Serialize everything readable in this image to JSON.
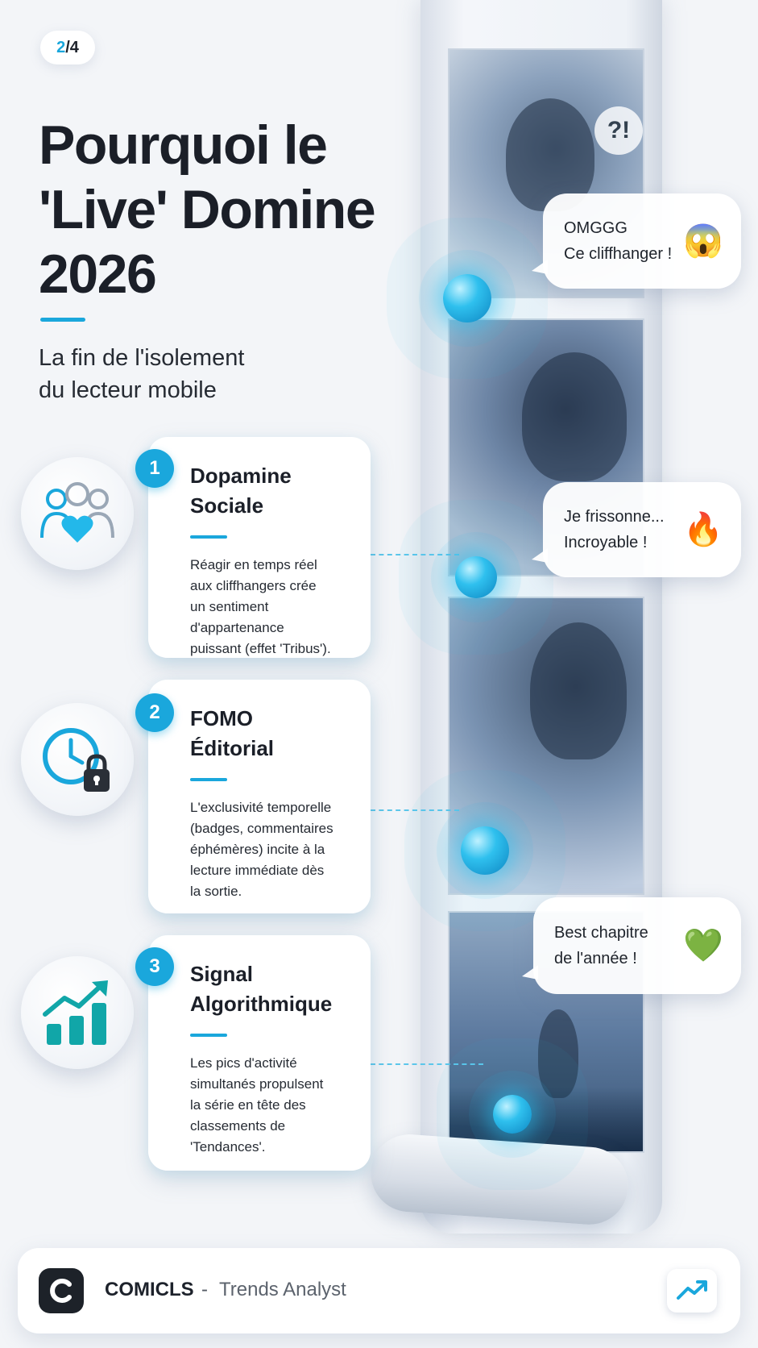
{
  "page_indicator": {
    "current": "2",
    "total": "/4"
  },
  "header": {
    "title": "Pourquoi le\n'Live' Domine\n2026",
    "subtitle": "La fin de l'isolement\ndu lecteur mobile"
  },
  "features": [
    {
      "number": "1",
      "title": "Dopamine\nSociale",
      "description": "Réagir en temps réel\naux cliffhangers crée\nun sentiment\nd'appartenance\npuissant (effet 'Tribus').",
      "icon": "community-heart-icon"
    },
    {
      "number": "2",
      "title": "FOMO\nÉditorial",
      "description": "L'exclusivité temporelle\n(badges, commentaires\néphémères) incite à la\nlecture immédiate dès\nla sortie.",
      "icon": "clock-lock-icon"
    },
    {
      "number": "3",
      "title": "Signal\nAlgorithmique",
      "description": "Les pics d'activité\nsimultanés propulsent\nla série en tête des\nclassements de\n'Tendances'.",
      "icon": "rising-chart-icon"
    }
  ],
  "reactions": [
    {
      "text": "OMGGG\nCe cliffhanger !",
      "emoji": "😱"
    },
    {
      "text": "Je frissonne...\nIncroyable !",
      "emoji": "🔥"
    },
    {
      "text": "Best chapitre\nde l'année !",
      "emoji": "💚"
    }
  ],
  "comic": {
    "sfx": "?!"
  },
  "footer": {
    "brand": "COMICLS",
    "separator": "-",
    "tagline": "Trends Analyst",
    "logo_letter": "C"
  },
  "colors": {
    "accent": "#1aa7dc",
    "dark": "#1d2229",
    "teal": "#11a6a8"
  }
}
